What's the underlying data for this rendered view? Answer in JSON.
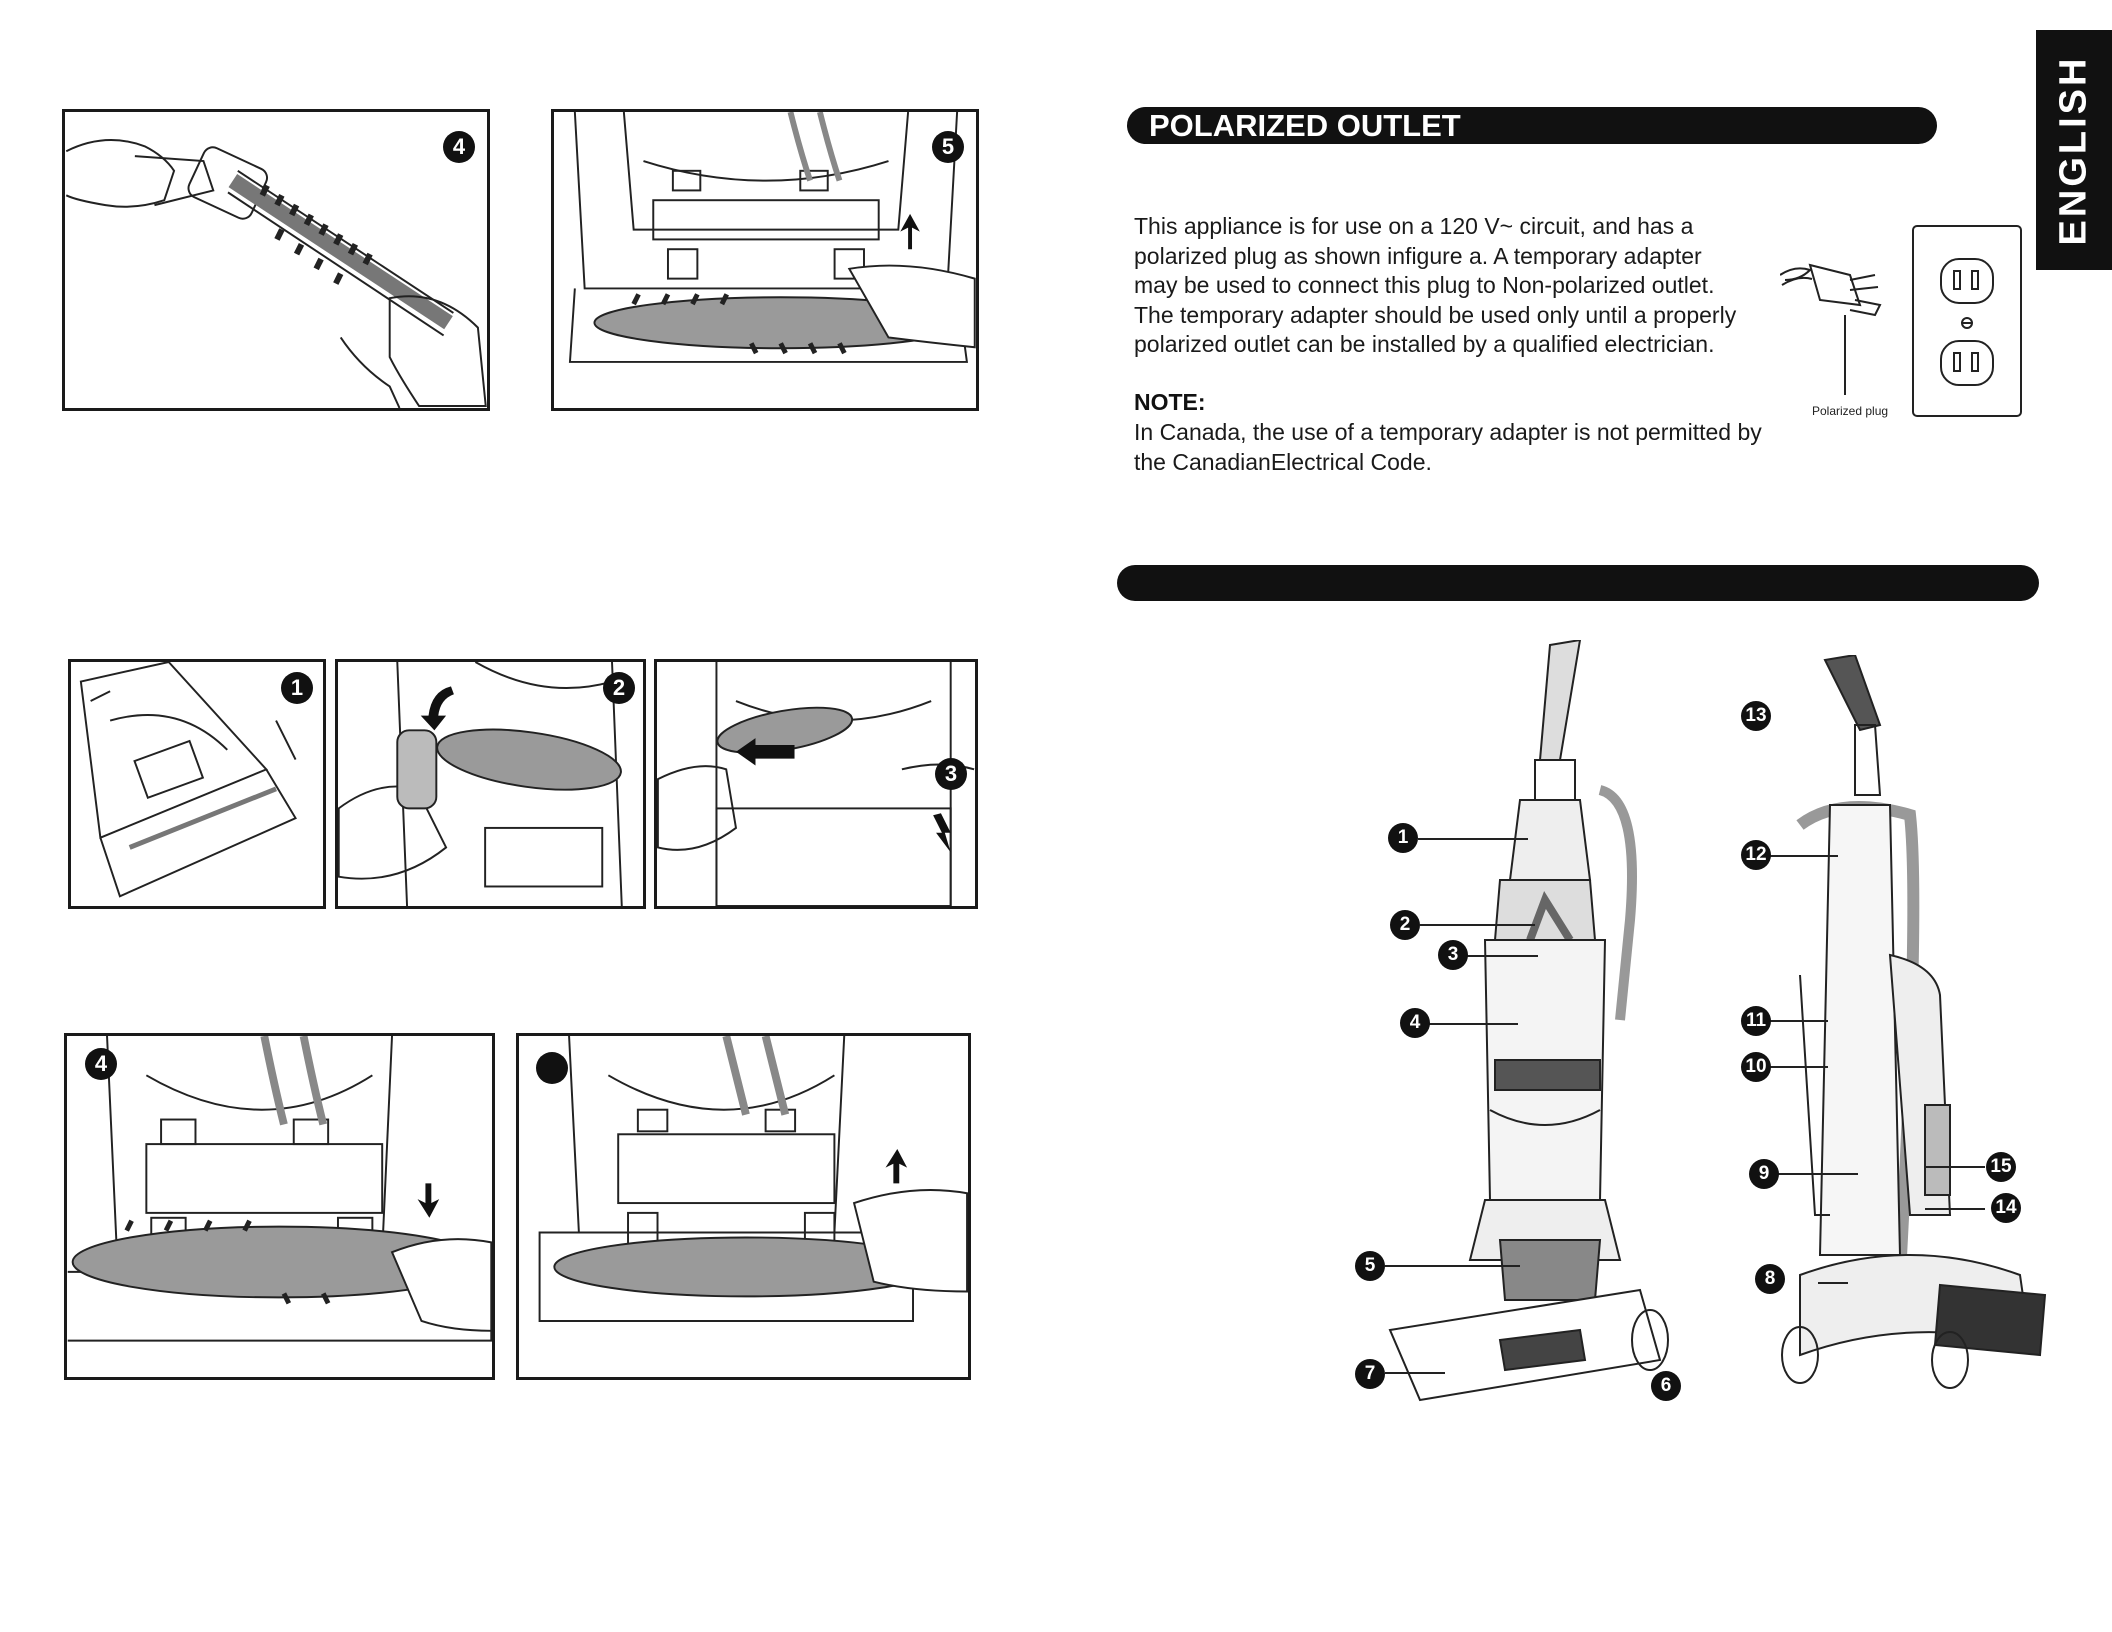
{
  "language_tab": "ENGLISH",
  "section_polarized": {
    "heading": "POLARIZED OUTLET",
    "lines": [
      "This appliance is for use on a 120 V~ circuit, and has a",
      "polarized plug as shown infigure a. A temporary adapter",
      "may be used to connect this plug to Non-polarized outlet.",
      "The temporary adapter should be used only until a properly",
      "polarized outlet can be installed by a qualified electrician."
    ],
    "note_title": "NOTE:",
    "note_lines": [
      "In Canada, the use of a temporary adapter is not permitted by",
      "the CanadianElectrical Code."
    ],
    "plug_caption": "Polarized plug"
  },
  "section_parts": {
    "heading": ""
  },
  "step_badges": {
    "top_left": "4",
    "top_right": "5",
    "mid_1": "1",
    "mid_2": "2",
    "mid_3": "3",
    "bottom_left": "4",
    "bottom_right": ""
  },
  "callouts": [
    "1",
    "2",
    "3",
    "4",
    "5",
    "6",
    "7",
    "8",
    "9",
    "10",
    "11",
    "12",
    "13",
    "14",
    "15"
  ]
}
